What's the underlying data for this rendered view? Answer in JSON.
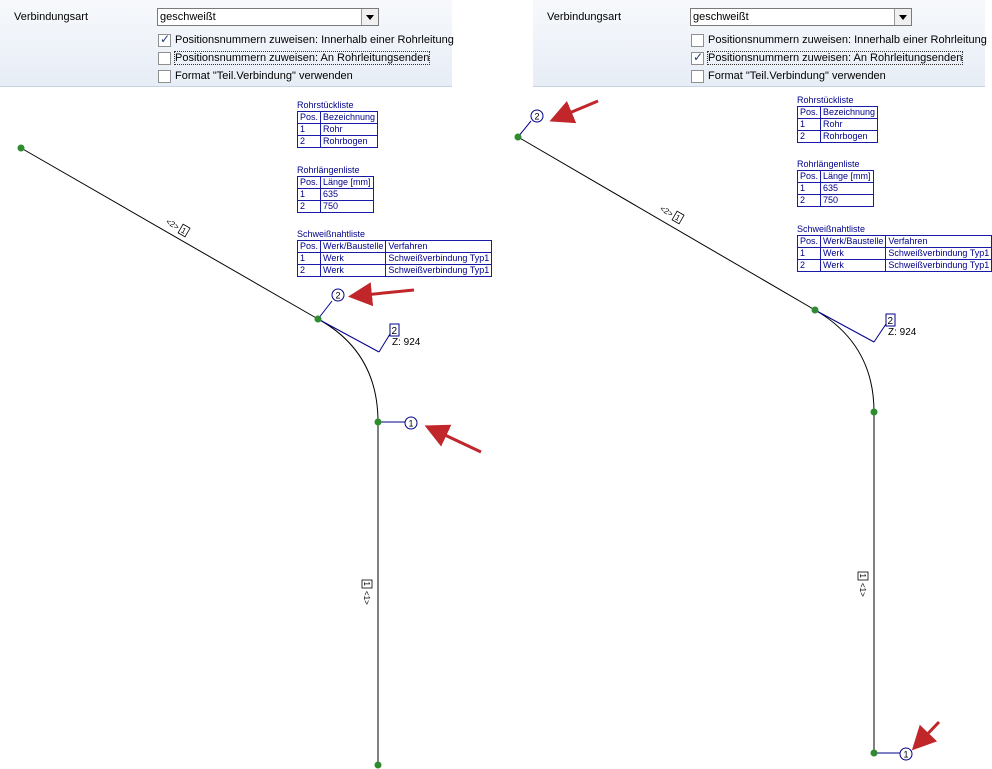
{
  "left": {
    "connection_label": "Verbindungsart",
    "connection_value": "geschweißt",
    "options": [
      {
        "label": "Positionsnummern zuweisen: Innerhalb einer Rohrleitung",
        "checked": true
      },
      {
        "label": "Positionsnummern zuweisen: An Rohrleitungsenden",
        "checked": false
      },
      {
        "label": "Format \"Teil.Verbindung\" verwenden",
        "checked": false
      }
    ],
    "parts_list": {
      "title": "Rohrstückliste",
      "headers": [
        "Pos.",
        "Bezeichnung"
      ],
      "rows": [
        [
          "1",
          "Rohr"
        ],
        [
          "2",
          "Rohrbogen"
        ]
      ]
    },
    "length_list": {
      "title": "Rohrlängenliste",
      "headers": [
        "Pos.",
        "Länge [mm]"
      ],
      "rows": [
        [
          "1",
          "635"
        ],
        [
          "2",
          "750"
        ]
      ]
    },
    "weld_list": {
      "title": "Schweißnahtliste",
      "headers": [
        "Pos.",
        "Werk/Baustelle",
        "Verfahren"
      ],
      "rows": [
        [
          "1",
          "Werk",
          "Schweißverbindung Typ1"
        ],
        [
          "2",
          "Werk",
          "Schweißverbindung Typ1"
        ]
      ]
    },
    "drawing": {
      "weld_balloon_1": "1",
      "weld_balloon_2": "2",
      "pipe_tag_1": "1",
      "pipe_tag_1_ref": "<1>",
      "pipe_tag_2": "1",
      "pipe_tag_2_ref": "<2>",
      "bend_tag": "2",
      "z_label": "Z: 924"
    }
  },
  "right": {
    "connection_label": "Verbindungsart",
    "connection_value": "geschweißt",
    "options": [
      {
        "label": "Positionsnummern zuweisen: Innerhalb einer Rohrleitung",
        "checked": false
      },
      {
        "label": "Positionsnummern zuweisen: An Rohrleitungsenden",
        "checked": true
      },
      {
        "label": "Format \"Teil.Verbindung\" verwenden",
        "checked": false
      }
    ],
    "parts_list": {
      "title": "Rohrstückliste",
      "headers": [
        "Pos.",
        "Bezeichnung"
      ],
      "rows": [
        [
          "1",
          "Rohr"
        ],
        [
          "2",
          "Rohrbogen"
        ]
      ]
    },
    "length_list": {
      "title": "Rohrlängenliste",
      "headers": [
        "Pos.",
        "Länge [mm]"
      ],
      "rows": [
        [
          "1",
          "635"
        ],
        [
          "2",
          "750"
        ]
      ]
    },
    "weld_list": {
      "title": "Schweißnahtliste",
      "headers": [
        "Pos.",
        "Werk/Baustelle",
        "Verfahren"
      ],
      "rows": [
        [
          "1",
          "Werk",
          "Schweißverbindung Typ1"
        ],
        [
          "2",
          "Werk",
          "Schweißverbindung Typ1"
        ]
      ]
    },
    "drawing": {
      "weld_balloon_1": "1",
      "weld_balloon_2": "2",
      "pipe_tag_1": "1",
      "pipe_tag_1_ref": "<1>",
      "pipe_tag_2": "1",
      "pipe_tag_2_ref": "<2>",
      "bend_tag": "2",
      "z_label": "Z: 924"
    }
  },
  "colors": {
    "table_text": "#00008b",
    "annotation": "#00008b",
    "node": "#2e8b2e",
    "arrow": "#c0262a",
    "pipe": "#000000"
  }
}
